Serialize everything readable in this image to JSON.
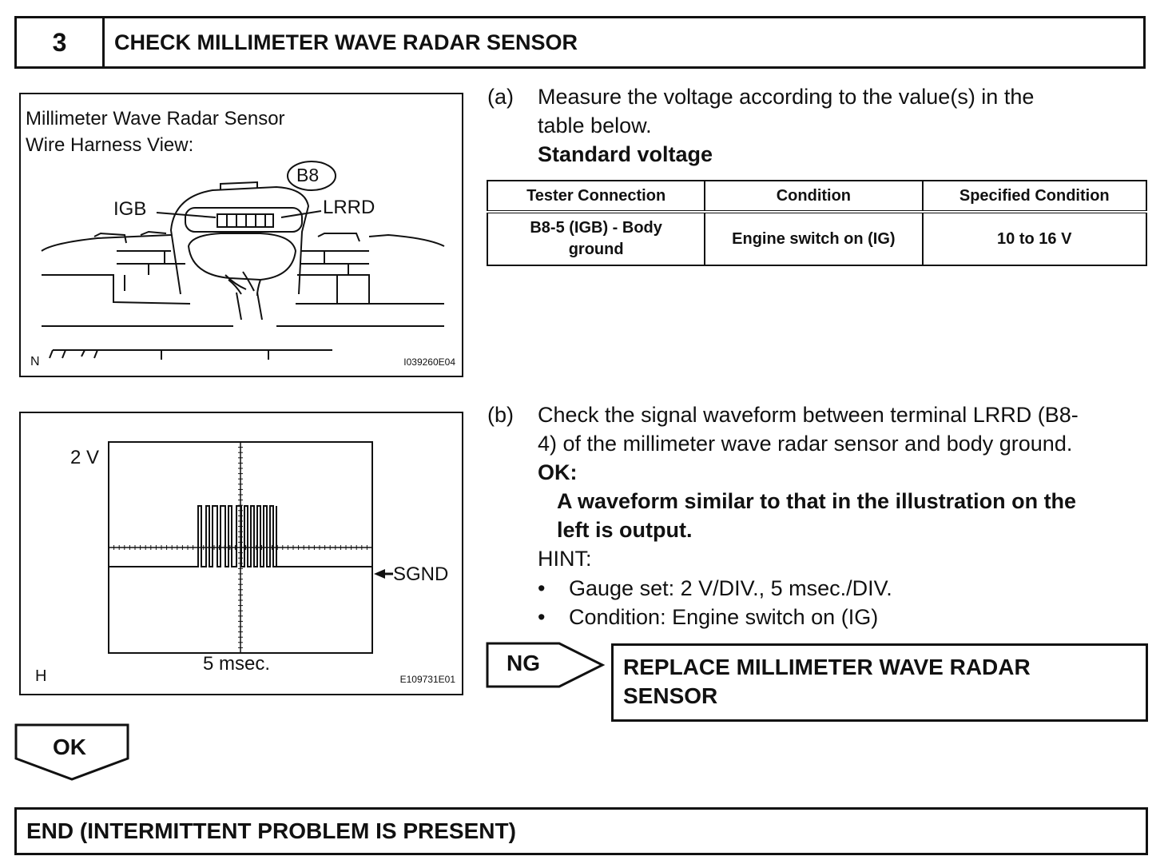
{
  "header": {
    "step_number": "3",
    "title": "CHECK MILLIMETER WAVE RADAR SENSOR"
  },
  "figure1": {
    "caption_line1": "Millimeter Wave Radar Sensor",
    "caption_line2": "Wire Harness View:",
    "connector_label": "B8",
    "left_terminal": "IGB",
    "right_terminal": "LRRD",
    "corner_letter": "N",
    "code": "I039260E04"
  },
  "step_a": {
    "marker": "(a)",
    "line1": "Measure the voltage according to the value(s) in the",
    "line2": "table below.",
    "subheading": "Standard voltage"
  },
  "table": {
    "headers": [
      "Tester Connection",
      "Condition",
      "Specified Condition"
    ],
    "row": {
      "connection_line1": "B8-5 (IGB) - Body",
      "connection_line2": "ground",
      "condition": "Engine switch on (IG)",
      "specified": "10 to 16 V"
    }
  },
  "figure2": {
    "y_label": "2 V",
    "x_label": "5 msec.",
    "signal_label": "SGND",
    "corner_letter": "H",
    "code": "E109731E01"
  },
  "step_b": {
    "marker": "(b)",
    "line1": "Check the signal waveform between terminal LRRD (B8-",
    "line2": "4) of the millimeter wave radar sensor and body ground.",
    "ok_label": "OK:",
    "ok_line1": "A waveform similar to that in the illustration on the",
    "ok_line2": "left is output.",
    "hint_label": "HINT:",
    "hints": [
      "Gauge set: 2 V/DIV., 5 msec./DIV.",
      "Condition: Engine switch on (IG)"
    ]
  },
  "ng": {
    "label": "NG",
    "action_line1": "REPLACE MILLIMETER WAVE RADAR",
    "action_line2": "SENSOR"
  },
  "ok": {
    "label": "OK"
  },
  "end": {
    "text": "END (INTERMITTENT PROBLEM IS PRESENT)"
  }
}
